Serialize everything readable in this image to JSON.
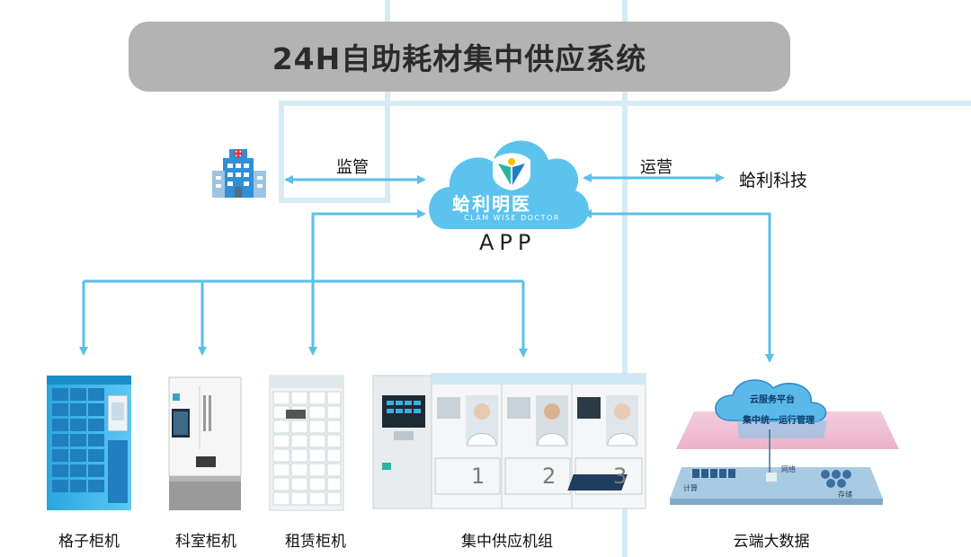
{
  "title": "24H自助耗材集中供应系统",
  "app": {
    "cloud_brand": "蛤利明医",
    "cloud_sub": "CLAM WISE DOCTOR",
    "label": "APP"
  },
  "links": {
    "supervise": "监管",
    "operate": "运营",
    "company": "蛤利科技"
  },
  "devices": [
    {
      "caption": "格子柜机"
    },
    {
      "caption": "科室柜机"
    },
    {
      "caption": "租赁柜机"
    },
    {
      "caption": "集中供应机组"
    },
    {
      "caption": "云端大数据"
    }
  ],
  "cloud_platform": {
    "title": "云服务平台",
    "center": "集中统一运行管理",
    "network": "网络",
    "compute": "计算",
    "storage": "存储"
  },
  "cluster_numbers": [
    "1",
    "2",
    "3"
  ],
  "colors": {
    "arrow": "#5bbfe8",
    "banner": "#b3b3b3",
    "cloud": "#5cc3ee",
    "frame": "#d5ebf5"
  }
}
